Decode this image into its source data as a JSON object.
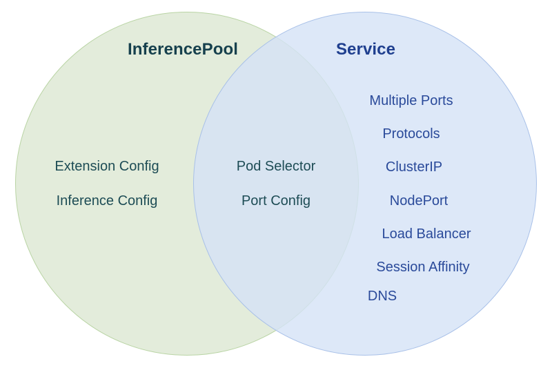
{
  "diagram": {
    "type": "venn-2-set",
    "background_color": "#ffffff",
    "left_set": {
      "title": "InferencePool",
      "title_color": "#16404d",
      "fill_color": "#e3ecdb",
      "stroke_color": "#b9d4a4",
      "items": [
        "Extension Config",
        "Inference Config"
      ],
      "item_color": "#1d4c55"
    },
    "right_set": {
      "title": "Service",
      "title_color": "#1f3f8f",
      "fill_color": "#d5e2f6",
      "stroke_color": "#a8c0e8",
      "items": [
        "Multiple Ports",
        "Protocols",
        "ClusterIP",
        "NodePort",
        "Load Balancer",
        "Session Affinity",
        "DNS"
      ],
      "item_color": "#2a4a9a"
    },
    "intersection": {
      "fill_color": "#d5e3da",
      "items": [
        "Pod Selector",
        "Port Config"
      ],
      "item_color": "#1d4c55"
    }
  }
}
